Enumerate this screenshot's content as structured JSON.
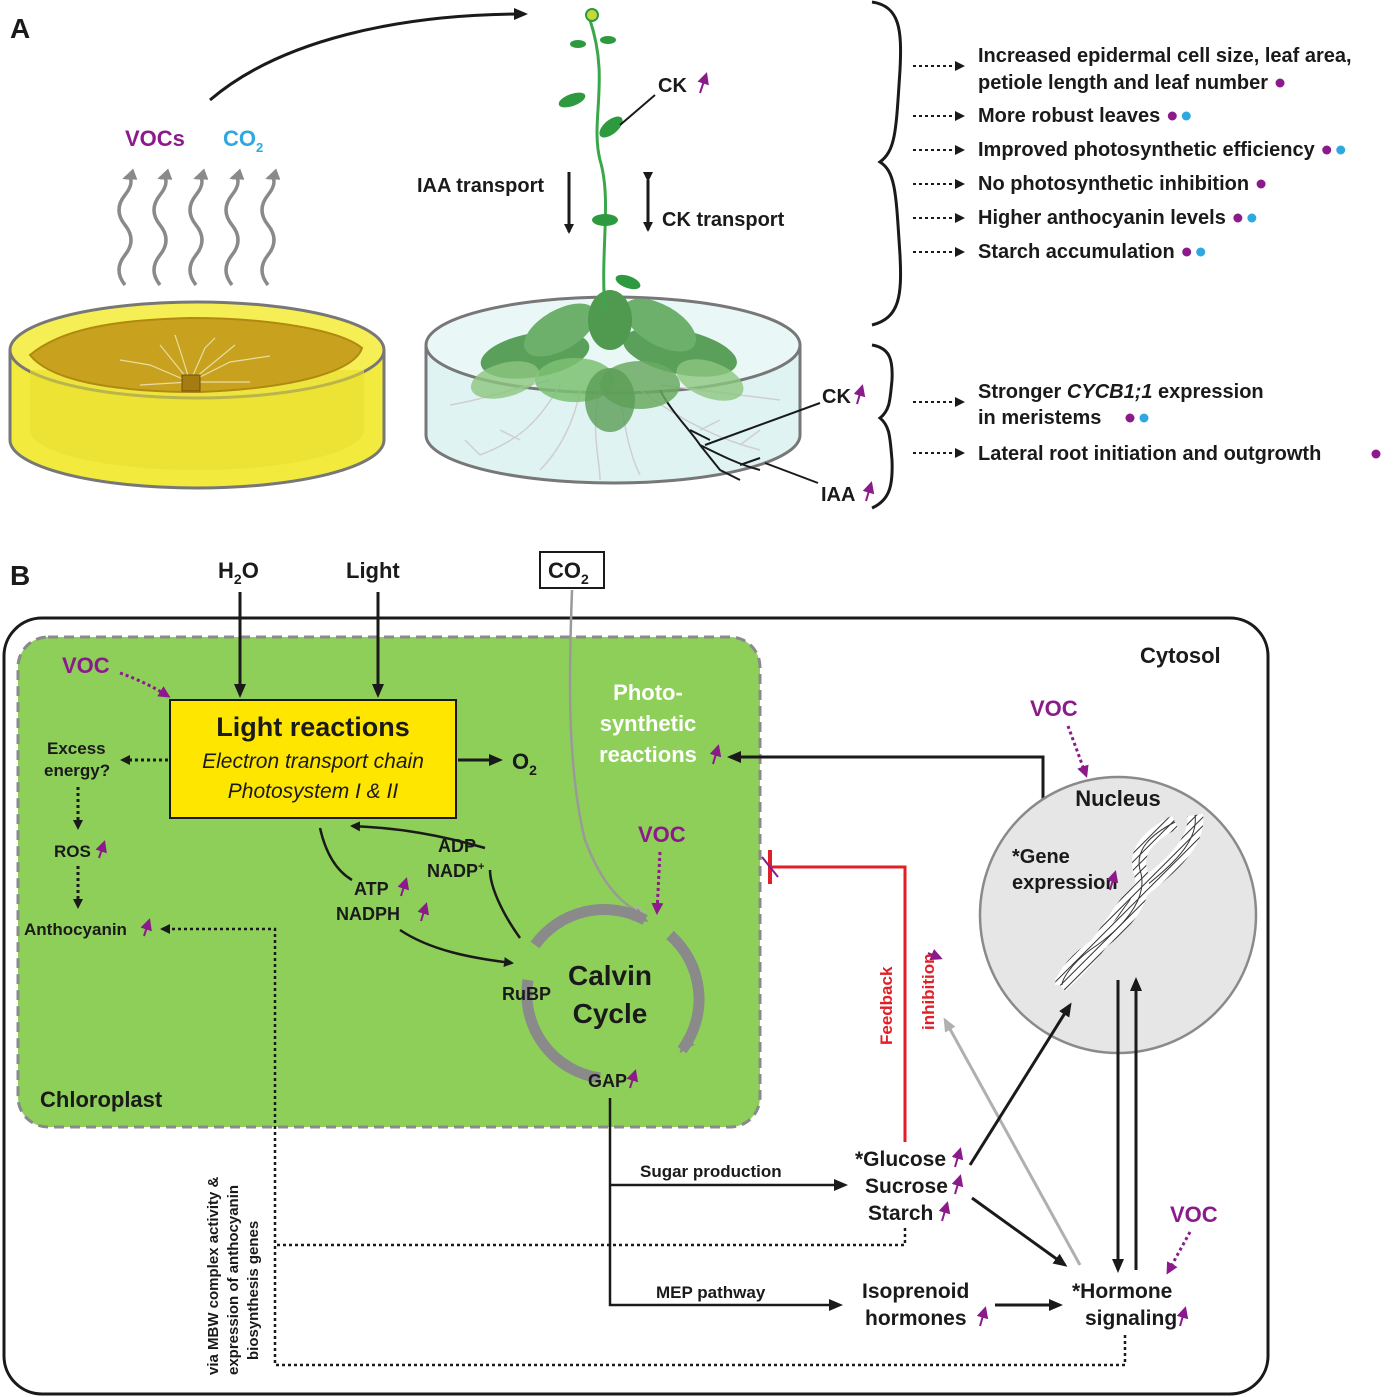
{
  "colors": {
    "voc": "#8b1a8b",
    "co2": "#2ea8e0",
    "chloroplast": "#8ecf5a",
    "light_box": "#ffe600",
    "feedback": "#e01f26",
    "nucleus": "#e6e6e6",
    "agar_yellow": "#f2ea3c",
    "leaf_green": "#4f9a4f"
  },
  "panel_a": {
    "letter": "A",
    "voc_label": "VOCs",
    "co2_label": "CO",
    "co2_sub": "2",
    "ck_top": "CK",
    "iaa_transport": "IAA transport",
    "ck_transport": "CK transport",
    "ck_root": "CK",
    "iaa_root": "IAA",
    "shoot_effects": [
      {
        "lines": [
          "Increased epidermal cell size, leaf area,",
          "petiole length and leaf number"
        ],
        "dots": [
          "voc"
        ]
      },
      {
        "lines": [
          "More robust leaves"
        ],
        "dots": [
          "voc",
          "co2"
        ]
      },
      {
        "lines": [
          "Improved photosynthetic efficiency"
        ],
        "dots": [
          "voc",
          "co2"
        ]
      },
      {
        "lines": [
          "No photosynthetic inhibition"
        ],
        "dots": [
          "voc"
        ]
      },
      {
        "lines": [
          "Higher anthocyanin levels"
        ],
        "dots": [
          "voc",
          "co2"
        ]
      },
      {
        "lines": [
          "Starch accumulation"
        ],
        "dots": [
          "voc",
          "co2"
        ]
      }
    ],
    "root_effects": {
      "cycb_pre": "Stronger ",
      "cycb_italic": "CYCB1;1",
      "cycb_post": " expression",
      "cycb_line2": "in meristems",
      "lateral": "Lateral root initiation and outgrowth"
    }
  },
  "panel_b": {
    "letter": "B",
    "h2o": {
      "h": "H",
      "sub": "2",
      "o": "O"
    },
    "light": "Light",
    "co2": {
      "text": "CO",
      "sub": "2"
    },
    "cytosol": "Cytosol",
    "chloroplast": "Chloroplast",
    "voc": "VOC",
    "light_reactions": {
      "title": "Light reactions",
      "line1": "Electron transport chain",
      "line2": "Photosystem I & II"
    },
    "o2": {
      "text": "O",
      "sub": "2"
    },
    "excess1": "Excess",
    "excess2": "energy?",
    "ros": "ROS",
    "anthocyanin": "Anthocyanin",
    "photo1": "Photo-",
    "photo2": "synthetic",
    "photo3": "reactions",
    "adp": "ADP",
    "nadp": "NADP",
    "nadp_sup": "+",
    "atp": "ATP",
    "nadph": "NADPH",
    "rubp": "RuBP",
    "calvin1": "Calvin",
    "calvin2": "Cycle",
    "gap": "GAP",
    "nucleus": "Nucleus",
    "gene1": "*Gene",
    "gene2": "expression",
    "feedback1": "Feedback",
    "feedback2": "inhibition",
    "sugar_production": "Sugar production",
    "glucose": "*Glucose",
    "sucrose": "Sucrose",
    "starch": "Starch",
    "mep": "MEP pathway",
    "isoprenoid1": "Isoprenoid",
    "isoprenoid2": "hormones",
    "hormone1": "*Hormone",
    "hormone2": "signaling",
    "mbw1": "via MBW complex activity &",
    "mbw2": "expression of anthocyanin",
    "mbw3": "biosynthesis genes"
  }
}
